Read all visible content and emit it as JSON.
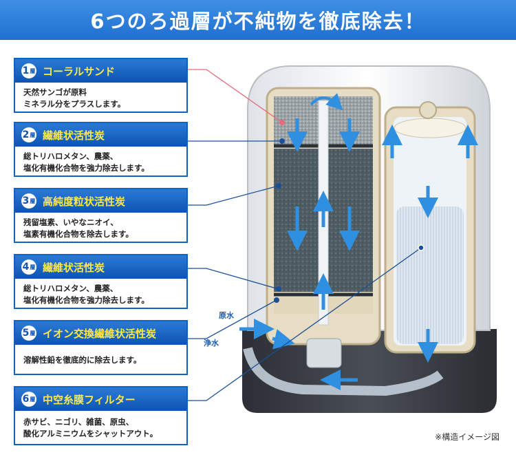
{
  "heading": "6つのろ過層が不純物を徹底除去！",
  "layers": [
    {
      "num": "1",
      "unit": "層",
      "title": "コーラルサンド",
      "desc": [
        "天然サンゴが原料",
        "ミネラル分をプラスします。"
      ]
    },
    {
      "num": "2",
      "unit": "層",
      "title": "繊維状活性炭",
      "desc": [
        "総トリハロメタン、農薬、",
        "塩化有機化合物を強力除去します。"
      ]
    },
    {
      "num": "3",
      "unit": "層",
      "title": "高純度粒状活性炭",
      "desc": [
        "残留塩素、いやなニオイ、",
        "塩素有機化合物を除去します。"
      ]
    },
    {
      "num": "4",
      "unit": "層",
      "title": "繊維状活性炭",
      "desc": [
        "総トリハロメタン、農薬、",
        "塩化有機化合物を強力除去します。"
      ]
    },
    {
      "num": "5",
      "unit": "層",
      "title": "イオン交換繊維状活性炭",
      "desc": [
        "溶解性鉛を徹底的に除去します。"
      ]
    },
    {
      "num": "6",
      "unit": "層",
      "title": "中空糸膜フィルター",
      "desc": [
        "赤サビ、ニゴリ、雑菌、原虫、",
        "酸化アルミニウムをシャットアウト。"
      ]
    }
  ],
  "labels": {
    "raw_water": "原水",
    "clean_water": "浄水"
  },
  "note": "※構造イメージ図",
  "colors": {
    "banner": "#2a7ad8",
    "accent": "#ffe94a",
    "flow": "#2f8fe0",
    "pointer_layer1": "#e9687a",
    "pointer": "#1a4f9a"
  }
}
